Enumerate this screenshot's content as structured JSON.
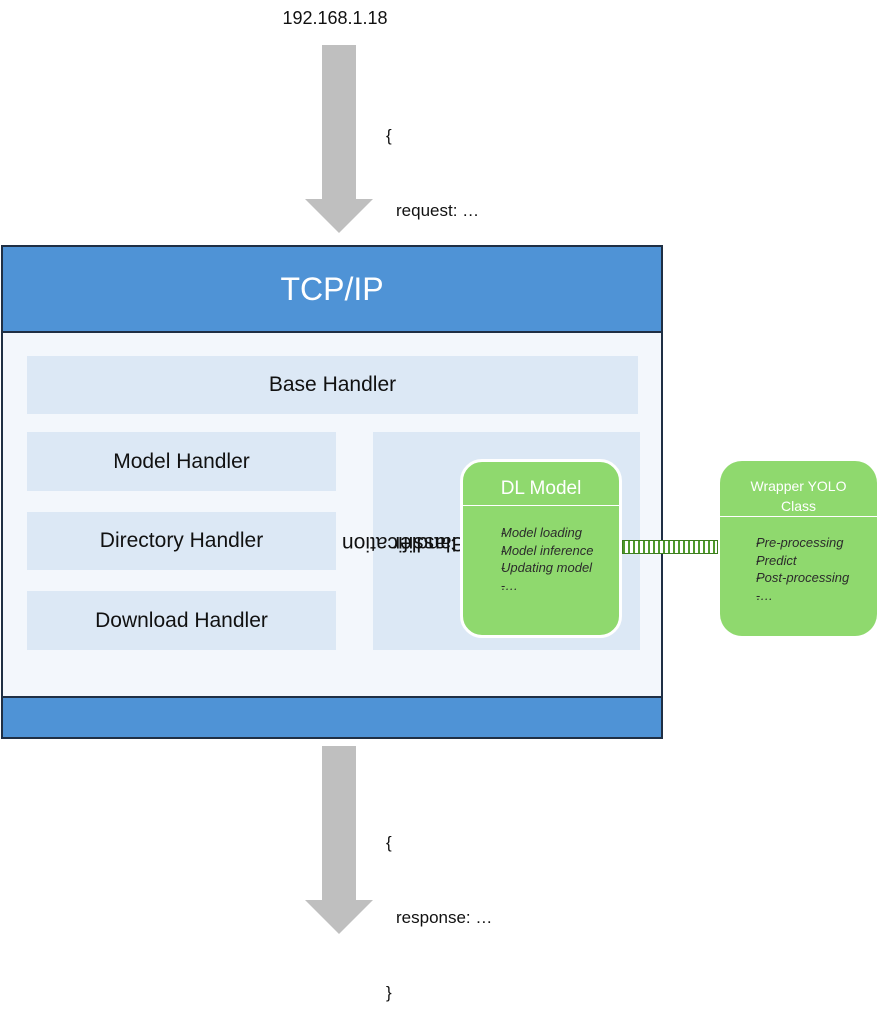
{
  "request_source_ip": "192.168.1.18",
  "request_json": {
    "open": "{",
    "line": "request: …",
    "close": "}"
  },
  "response_json": {
    "open": "{",
    "line": "response: …",
    "close": "}"
  },
  "server": {
    "title": "TCP/IP",
    "base_handler": "Base Handler",
    "handlers": [
      "Model Handler",
      "Directory Handler",
      "Download Handler"
    ],
    "classification_handler": {
      "line1": "Classification",
      "line2": "Handler"
    }
  },
  "dl_model": {
    "title": "DL Model",
    "items": [
      "Model loading",
      "Model inference",
      "Updating model",
      "…."
    ]
  },
  "wrapper": {
    "title_line1": "Wrapper YOLO",
    "title_line2": "Class",
    "items": [
      "Pre-processing",
      "Predict",
      "Post-processing",
      "…."
    ]
  },
  "colors": {
    "tcp_blue": "#4f93d6",
    "handler_fill": "#dce8f5",
    "green": "#8fd96e",
    "arrow_gray": "#bfbfbf",
    "frame_border": "#1f2f44"
  }
}
